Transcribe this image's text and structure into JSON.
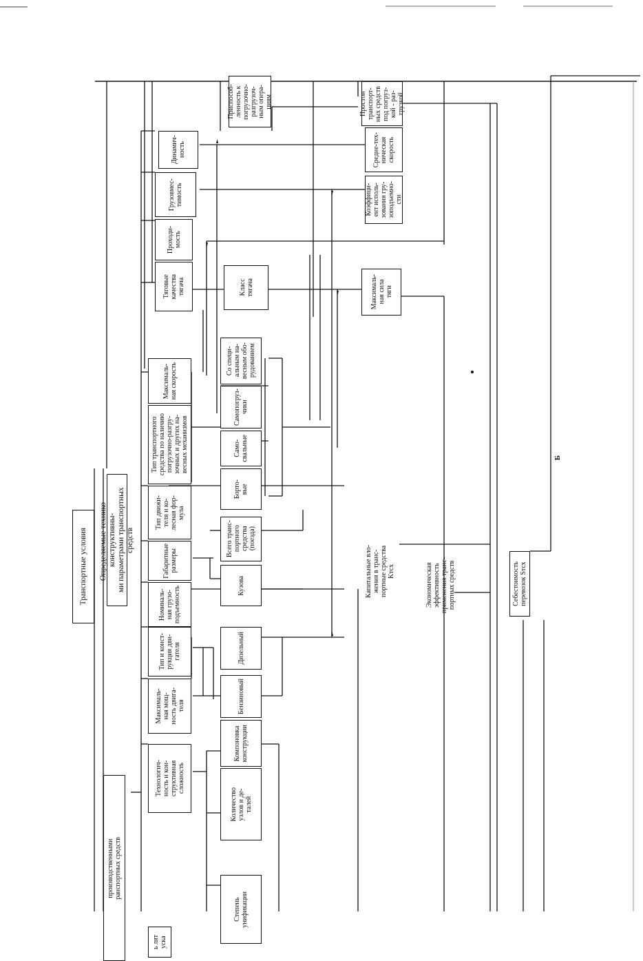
{
  "header": {
    "transport_conditions": "Транспортные условия",
    "tech_params": "Определяемые технико-конструктивны-\nми параметрами транспортных средств",
    "production_params": "производственными\nранспортных средств",
    "edge_fragment": "ь лят\nуска"
  },
  "technical_params": {
    "tech_complexity": "Технологич-\nность и кон-\nструктивная\nсложность",
    "max_engine_power": "Максималь-\nная мощ-\nность двига-\nтеля",
    "engine_type": "Тип и конст-\nрукция дви-\nгателя",
    "nominal_capacity": "Номиналь-\nная грузо-\nподъемность",
    "dimensions": "Габаритные\nразмеры",
    "drive_type": "Тип движи-\nтеля и ко-\nлесная фор-\nмула",
    "vehicle_type": "Тип транспортного\nсредства по наличию\nпогрузочно-разгру-\nзочных и других на-\nвесных механизмов",
    "max_speed": "Максималь-\nная скорость"
  },
  "sub_items": {
    "unification": "Степень\nунификации",
    "units_count": "Количество\nузлов и де-\nталей",
    "layout": "Компоновка\nконструкции",
    "petrol": "Бензиновый",
    "diesel": "Дизельный",
    "body": "Кузова",
    "whole_vehicle": "Всего транс-\nпортного\nсредства\n(поезда)",
    "flatbed": "Борто-\nвые",
    "dump": "Само-\nсвальные",
    "self_loading": "Самопогруз-\nчики",
    "special": "Со специ-\nальным на-\nвесным обо-\nрудованием"
  },
  "operational": {
    "traction": "Тяговые\nкачества\nтягача",
    "passability": "Проходи-\nмость",
    "cargo_capacity": "Грузовмес-\nтимость",
    "dynamics": "Динамич-\nность",
    "adaptability": "Приспособ-\nленность к\nпогрузочно-\nразгрузоч-\nным опера-\nциям",
    "tractor_class": "Класс\nтягача",
    "max_traction": "Максималь-\nная сила\nтяги",
    "utilization": "Коэффици-\nент исполь-\nзования гру-\nзоподъемно-\nсти",
    "avg_speed": "Средне-тех-\nническая\nскорость",
    "idle_time": "Простои\nтранспорт-\nных средств\nпод погруз-\nкой - раз-\nгрузкой"
  },
  "results": {
    "capital_investment": "Капитальные вло-\nжения в транс-\nпортные средства\nKтсх",
    "economic_efficiency": "Экономическая\nэффективность\nприменения транс-\nпортных средств",
    "transport_cost": "Себестоимость\nперевозок Sтсх"
  },
  "page_label": "Б"
}
